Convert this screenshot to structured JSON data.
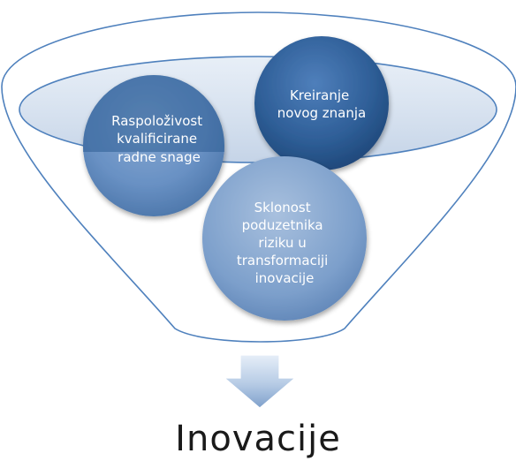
{
  "funnel": {
    "circles": [
      {
        "id": "kreiranje",
        "lines": [
          "Kreiranje",
          "novog znanja"
        ]
      },
      {
        "id": "raspolozivost",
        "lines": [
          "Raspoloživost",
          "kvalificirane",
          "radne snage"
        ]
      },
      {
        "id": "sklonost",
        "lines": [
          "Sklonost",
          "poduzetnika",
          "riziku u",
          "transformaciji",
          "inovacije"
        ]
      }
    ]
  },
  "result": {
    "label": "Inovacije"
  },
  "colors": {
    "funnel_stroke": "#4f81bd",
    "circle_dark": "#2d5c94",
    "circle_mid": "#5b86ba",
    "circle_light": "#a9c1dd",
    "arrow_light": "#d6e3f1",
    "arrow_dark": "#7ea0cb"
  }
}
